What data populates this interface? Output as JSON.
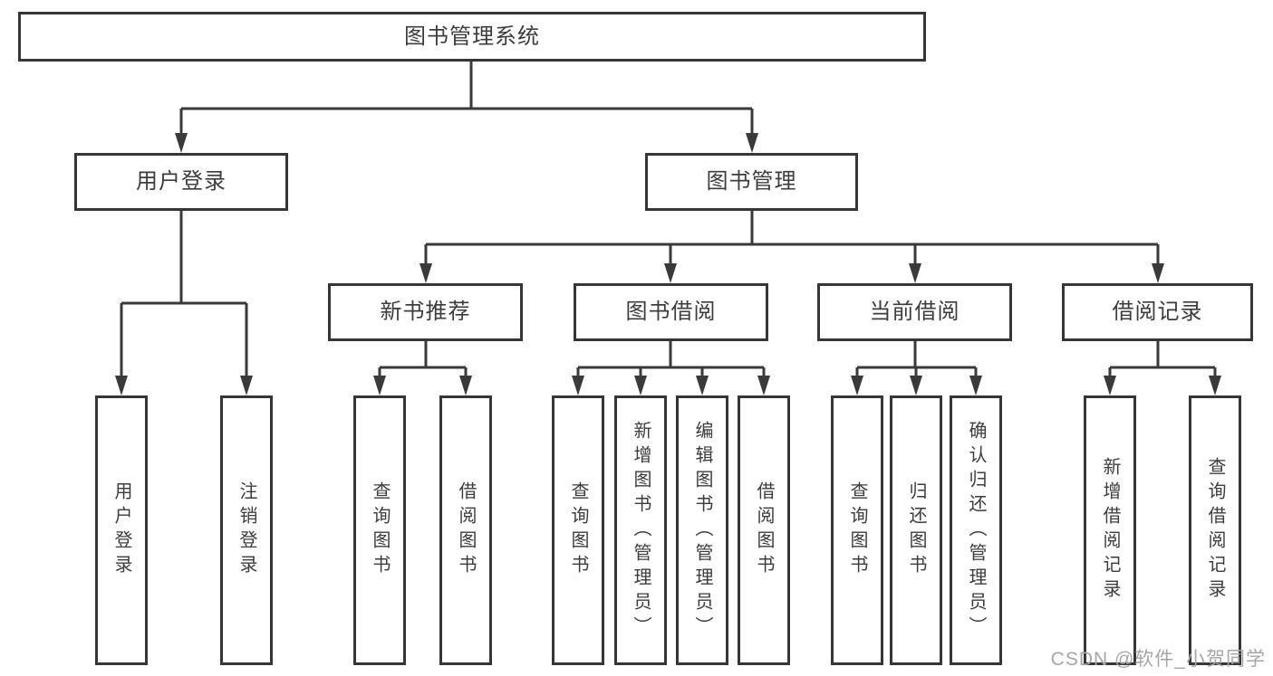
{
  "watermark": "CSDN @软件_小贺同学",
  "colors": {
    "line": "#3a3a3a",
    "box_border": "#363636",
    "text": "#3c3c3e",
    "watermark": "#a6a6a6",
    "background": "#ffffff"
  },
  "tree": {
    "root": {
      "label": "图书管理系统"
    },
    "branches": [
      {
        "label": "用户登录",
        "leaves": [
          {
            "label": "用户登录"
          },
          {
            "label": "注销登录"
          }
        ]
      },
      {
        "label": "图书管理",
        "groups": [
          {
            "label": "新书推荐",
            "leaves": [
              {
                "label": "查询图书"
              },
              {
                "label": "借阅图书"
              }
            ]
          },
          {
            "label": "图书借阅",
            "leaves": [
              {
                "label": "查询图书"
              },
              {
                "label": "新增图书（管理员）"
              },
              {
                "label": "编辑图书（管理员）"
              },
              {
                "label": "借阅图书"
              }
            ]
          },
          {
            "label": "当前借阅",
            "leaves": [
              {
                "label": "查询图书"
              },
              {
                "label": "归还图书"
              },
              {
                "label": "确认归还（管理员）"
              }
            ]
          },
          {
            "label": "借阅记录",
            "leaves": [
              {
                "label": "新增借阅记录"
              },
              {
                "label": "查询借阅记录"
              }
            ]
          }
        ]
      }
    ]
  }
}
